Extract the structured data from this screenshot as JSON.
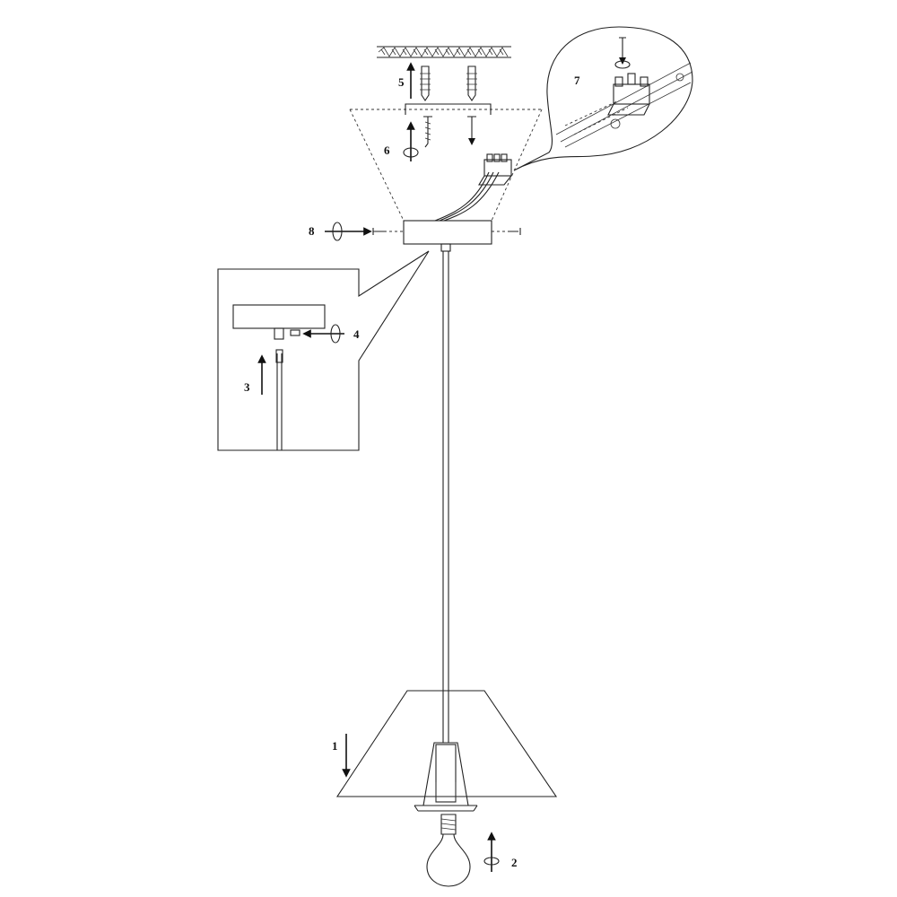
{
  "steps": {
    "s1": "1",
    "s2": "2",
    "s3": "3",
    "s4": "4",
    "s5": "5",
    "s6": "6",
    "s7": "7",
    "s8": "8"
  }
}
